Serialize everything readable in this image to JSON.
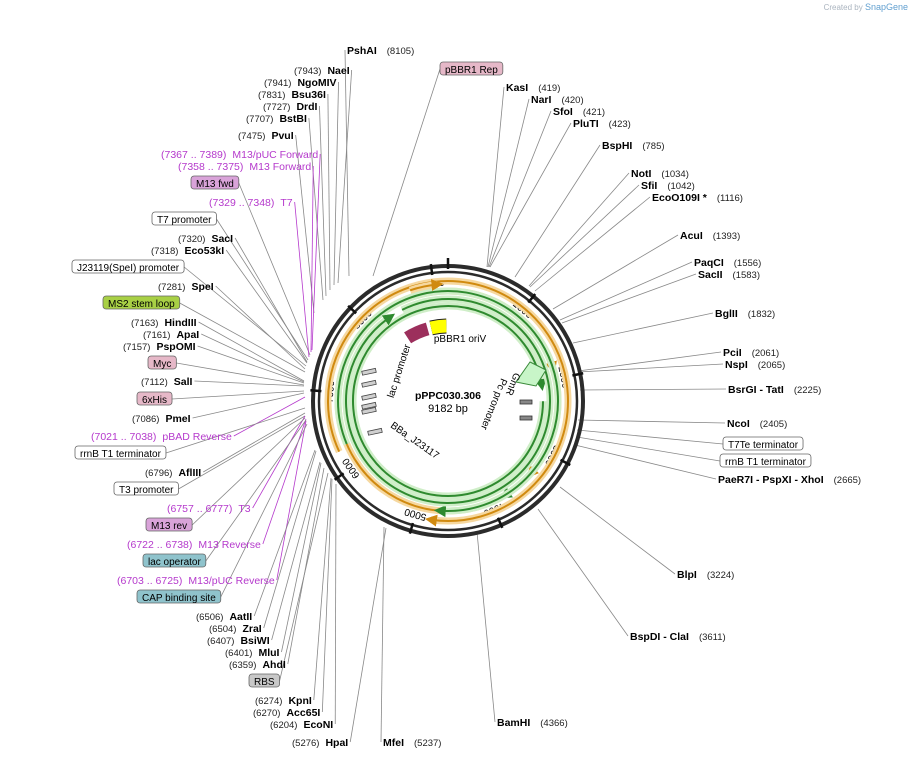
{
  "credit": {
    "text": "Created by",
    "brand": "SnapGene"
  },
  "plasmid": {
    "name": "pPPC030.306",
    "length": "9182 bp",
    "total": 9182
  },
  "ticks": [
    "1000",
    "2000",
    "3000",
    "4000",
    "5000",
    "6000",
    "7000",
    "8000",
    "9000"
  ],
  "inner_features": [
    {
      "name": "pBBR1 oriV",
      "color": "#ffff00"
    },
    {
      "name": "lac promoter",
      "color": "#9c2f5c"
    },
    {
      "name": "Pc promoter",
      "color": "#ffffff"
    },
    {
      "name": "GmR",
      "color": "#c8f5c8"
    },
    {
      "name": "BBa_J23117",
      "color": "#ffffff"
    }
  ],
  "labels": [
    {
      "id": "PshAI",
      "kind": "enz",
      "name": "PshAI",
      "pos": "(8105)"
    },
    {
      "id": "NaeI",
      "kind": "enz",
      "name": "NaeI",
      "pos": "(7943)"
    },
    {
      "id": "NgoMIV",
      "kind": "enz",
      "name": "NgoMIV",
      "pos": "(7941)"
    },
    {
      "id": "Bsu36I",
      "kind": "enz",
      "name": "Bsu36I",
      "pos": "(7831)"
    },
    {
      "id": "DrdI",
      "kind": "enz",
      "name": "DrdI",
      "pos": "(7727)"
    },
    {
      "id": "BstBI",
      "kind": "enz",
      "name": "BstBI",
      "pos": "(7707)"
    },
    {
      "id": "PvuI",
      "kind": "enz",
      "name": "PvuI",
      "pos": "(7475)"
    },
    {
      "id": "M13pUCF",
      "kind": "primer",
      "name": "M13/pUC Forward",
      "pos": "(7367 .. 7389)"
    },
    {
      "id": "M13F",
      "kind": "primer",
      "name": "M13 Forward",
      "pos": "(7358 .. 7375)"
    },
    {
      "id": "M13fwd",
      "kind": "feature",
      "name": "M13 fwd",
      "color": "#d9a3d9"
    },
    {
      "id": "T7p",
      "kind": "primer",
      "name": "T7",
      "pos": "(7329 .. 7348)"
    },
    {
      "id": "T7prom",
      "kind": "feature",
      "name": "T7 promoter",
      "color": "#ffffff"
    },
    {
      "id": "SacI",
      "kind": "enz",
      "name": "SacI",
      "pos": "(7320)"
    },
    {
      "id": "Eco53kI",
      "kind": "enz",
      "name": "Eco53kI",
      "pos": "(7318)"
    },
    {
      "id": "J23119",
      "kind": "feature",
      "name": "J23119(SpeI) promoter",
      "color": "#ffffff"
    },
    {
      "id": "SpeI",
      "kind": "enz",
      "name": "SpeI",
      "pos": "(7281)"
    },
    {
      "id": "MS2",
      "kind": "feature",
      "name": "MS2 stem loop",
      "color": "#a8d045"
    },
    {
      "id": "HindIII",
      "kind": "enz",
      "name": "HindIII",
      "pos": "(7163)"
    },
    {
      "id": "ApaI",
      "kind": "enz",
      "name": "ApaI",
      "pos": "(7161)"
    },
    {
      "id": "PspOMI",
      "kind": "enz",
      "name": "PspOMI",
      "pos": "(7157)"
    },
    {
      "id": "Myc",
      "kind": "feature",
      "name": "Myc",
      "color": "#e6b8c8"
    },
    {
      "id": "SalI",
      "kind": "enz",
      "name": "SalI",
      "pos": "(7112)"
    },
    {
      "id": "His",
      "kind": "feature",
      "name": "6xHis",
      "color": "#e6b8c8"
    },
    {
      "id": "PmeI",
      "kind": "enz",
      "name": "PmeI",
      "pos": "(7086)"
    },
    {
      "id": "pBADR",
      "kind": "primer",
      "name": "pBAD Reverse",
      "pos": "(7021 .. 7038)"
    },
    {
      "id": "rrnBT1a",
      "kind": "feature",
      "name": "rrnB T1 terminator",
      "color": "#ffffff"
    },
    {
      "id": "AflIII",
      "kind": "enz",
      "name": "AflIII",
      "pos": "(6796)"
    },
    {
      "id": "T3prom",
      "kind": "feature",
      "name": "T3 promoter",
      "color": "#ffffff"
    },
    {
      "id": "T3p",
      "kind": "primer",
      "name": "T3",
      "pos": "(6757 .. 6777)"
    },
    {
      "id": "M13rev",
      "kind": "feature",
      "name": "M13 rev",
      "color": "#d9a3d9"
    },
    {
      "id": "M13R",
      "kind": "primer",
      "name": "M13 Reverse",
      "pos": "(6722 .. 6738)"
    },
    {
      "id": "lacop",
      "kind": "feature",
      "name": "lac operator",
      "color": "#8fc3cc"
    },
    {
      "id": "M13pUCR",
      "kind": "primer",
      "name": "M13/pUC Reverse",
      "pos": "(6703 .. 6725)"
    },
    {
      "id": "CAP",
      "kind": "feature",
      "name": "CAP binding site",
      "color": "#8fc3cc"
    },
    {
      "id": "AatII",
      "kind": "enz",
      "name": "AatII",
      "pos": "(6506)"
    },
    {
      "id": "ZraI",
      "kind": "enz",
      "name": "ZraI",
      "pos": "(6504)"
    },
    {
      "id": "BsiWI",
      "kind": "enz",
      "name": "BsiWI",
      "pos": "(6407)"
    },
    {
      "id": "MluI",
      "kind": "enz",
      "name": "MluI",
      "pos": "(6401)"
    },
    {
      "id": "AhdI",
      "kind": "enz",
      "name": "AhdI",
      "pos": "(6359)"
    },
    {
      "id": "RBS",
      "kind": "feature",
      "name": "RBS",
      "color": "#c8c8c8"
    },
    {
      "id": "KpnI",
      "kind": "enz",
      "name": "KpnI",
      "pos": "(6274)"
    },
    {
      "id": "Acc65I",
      "kind": "enz",
      "name": "Acc65I",
      "pos": "(6270)"
    },
    {
      "id": "EcoNI",
      "kind": "enz",
      "name": "EcoNI",
      "pos": "(6204)"
    },
    {
      "id": "HpaI",
      "kind": "enz",
      "name": "HpaI",
      "pos": "(5276)"
    },
    {
      "id": "MfeI",
      "kind": "enz",
      "name": "MfeI",
      "pos": "(5237)"
    },
    {
      "id": "BamHI",
      "kind": "enz",
      "name": "BamHI",
      "pos": "(4366)"
    },
    {
      "id": "BspDIClaI",
      "kind": "enz",
      "name": "BspDI  - ClaI",
      "pos": "(3611)"
    },
    {
      "id": "BlpI",
      "kind": "enz",
      "name": "BlpI",
      "pos": "(3224)"
    },
    {
      "id": "PaeR7I",
      "kind": "enz",
      "name": "PaeR7I  - PspXI  - XhoI",
      "pos": "(2665)"
    },
    {
      "id": "rrnBT1b",
      "kind": "feature",
      "name": "rrnB T1 terminator",
      "color": "#ffffff"
    },
    {
      "id": "T7Te",
      "kind": "feature",
      "name": "T7Te terminator",
      "color": "#ffffff"
    },
    {
      "id": "NcoI",
      "kind": "enz",
      "name": "NcoI",
      "pos": "(2405)"
    },
    {
      "id": "BsrGI",
      "kind": "enz",
      "name": "BsrGI  - TatI",
      "pos": "(2225)"
    },
    {
      "id": "NspI",
      "kind": "enz",
      "name": "NspI",
      "pos": "(2065)"
    },
    {
      "id": "PciI",
      "kind": "enz",
      "name": "PciI",
      "pos": "(2061)"
    },
    {
      "id": "BglII",
      "kind": "enz",
      "name": "BglII",
      "pos": "(1832)"
    },
    {
      "id": "SacII",
      "kind": "enz",
      "name": "SacII",
      "pos": "(1583)"
    },
    {
      "id": "PaqCI",
      "kind": "enz",
      "name": "PaqCI",
      "pos": "(1556)"
    },
    {
      "id": "AcuI",
      "kind": "enz",
      "name": "AcuI",
      "pos": "(1393)"
    },
    {
      "id": "EcoO109I",
      "kind": "enz",
      "name": "EcoO109I  *",
      "pos": "(1116)"
    },
    {
      "id": "SfiI",
      "kind": "enz",
      "name": "SfiI",
      "pos": "(1042)"
    },
    {
      "id": "NotI",
      "kind": "enz",
      "name": "NotI",
      "pos": "(1034)"
    },
    {
      "id": "BspHI",
      "kind": "enz",
      "name": "BspHI",
      "pos": "(785)"
    },
    {
      "id": "PluTI",
      "kind": "enz",
      "name": "PluTI",
      "pos": "(423)"
    },
    {
      "id": "SfoI",
      "kind": "enz",
      "name": "SfoI",
      "pos": "(421)"
    },
    {
      "id": "NarI",
      "kind": "enz",
      "name": "NarI",
      "pos": "(420)"
    },
    {
      "id": "KasI",
      "kind": "enz",
      "name": "KasI",
      "pos": "(419)"
    },
    {
      "id": "pBBR1Rep",
      "kind": "feature",
      "name": "pBBR1 Rep",
      "color": "#e6b8c8"
    }
  ]
}
